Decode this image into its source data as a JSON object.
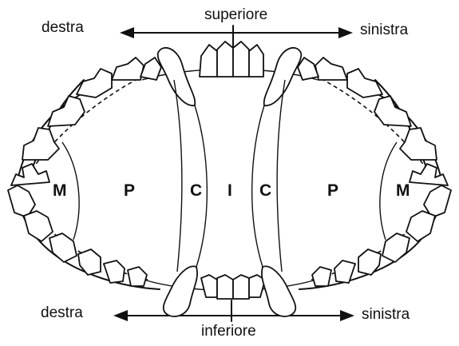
{
  "labels": {
    "top_left": "destra",
    "top_right": "sinistra",
    "top_center": "superiore",
    "bottom_left": "destra",
    "bottom_right": "sinistra",
    "bottom_center": "inferiore"
  },
  "regions": {
    "molar_left": "M",
    "premolar_left": "P",
    "canine_left": "C",
    "incisor": "I",
    "canine_right": "C",
    "premolar_right": "P",
    "molar_right": "M"
  },
  "colors": {
    "ink": "#111111",
    "background": "#ffffff"
  }
}
